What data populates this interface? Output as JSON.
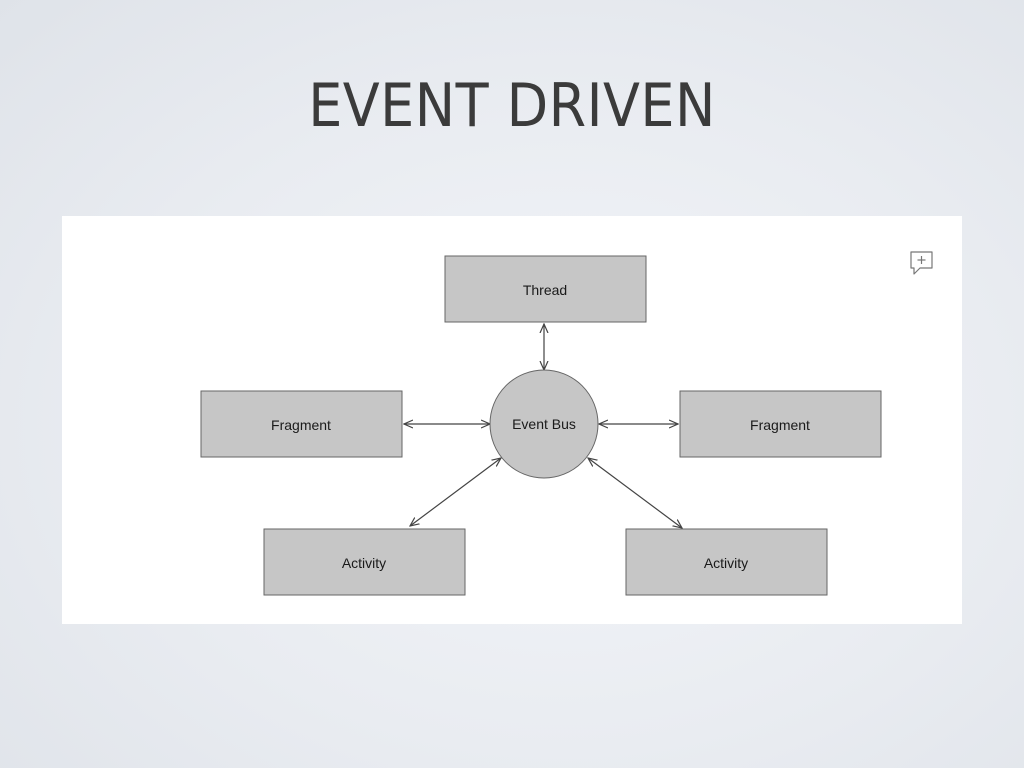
{
  "slide": {
    "title": "EVENT DRIVEN"
  },
  "diagram": {
    "hub": {
      "label": "Event Bus"
    },
    "nodes": {
      "thread": {
        "label": "Thread"
      },
      "fragment_left": {
        "label": "Fragment"
      },
      "fragment_right": {
        "label": "Fragment"
      },
      "activity_left": {
        "label": "Activity"
      },
      "activity_right": {
        "label": "Activity"
      }
    },
    "edges": [
      {
        "from": "Event Bus",
        "to": "Thread",
        "direction": "bidirectional"
      },
      {
        "from": "Event Bus",
        "to": "Fragment",
        "direction": "bidirectional"
      },
      {
        "from": "Event Bus",
        "to": "Fragment",
        "direction": "bidirectional"
      },
      {
        "from": "Event Bus",
        "to": "Activity",
        "direction": "bidirectional"
      },
      {
        "from": "Event Bus",
        "to": "Activity",
        "direction": "bidirectional"
      }
    ],
    "colors": {
      "node_fill": "#c6c6c6",
      "node_stroke": "#666666",
      "edge": "#444444"
    }
  },
  "toolbar": {
    "icon": "add-comment-icon"
  }
}
